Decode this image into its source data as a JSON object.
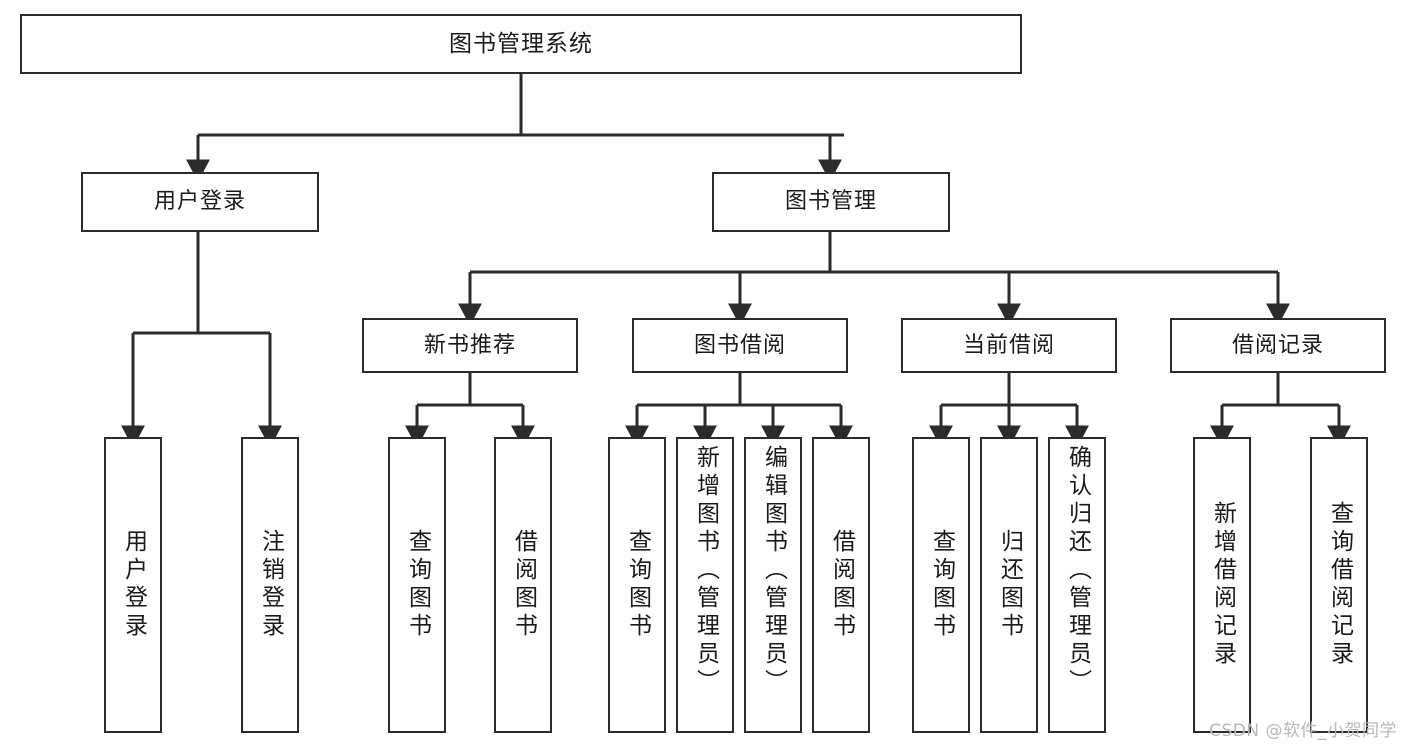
{
  "diagram": {
    "title": "图书管理系统",
    "type": "tree-hierarchy-chart",
    "watermark": "CSDN @软件_小贺同学",
    "colors": {
      "background": "#ffffff",
      "box_border": "#2b2b2b",
      "box_fill": "#ffffff",
      "connector": "#2b2b2b",
      "text": "#1a1a1a",
      "watermark": "#b8b8b8"
    },
    "levels": {
      "root": {
        "label": "图书管理系统"
      },
      "level2": [
        {
          "id": "user-login",
          "label": "用户登录"
        },
        {
          "id": "book-manage",
          "label": "图书管理"
        }
      ],
      "level3": [
        {
          "id": "new-book-recommend",
          "label": "新书推荐",
          "parent": "book-manage"
        },
        {
          "id": "book-borrow",
          "label": "图书借阅",
          "parent": "book-manage"
        },
        {
          "id": "current-borrow",
          "label": "当前借阅",
          "parent": "book-manage"
        },
        {
          "id": "borrow-record",
          "label": "借阅记录",
          "parent": "book-manage"
        }
      ],
      "leaves": {
        "user-login": [
          {
            "id": "leaf-user-login",
            "label": "用户登录"
          },
          {
            "id": "leaf-logout-login",
            "label": "注销登录"
          }
        ],
        "new-book-recommend": [
          {
            "id": "leaf-query-book-1",
            "label": "查询图书"
          },
          {
            "id": "leaf-borrow-book-1",
            "label": "借阅图书"
          }
        ],
        "book-borrow": [
          {
            "id": "leaf-query-book-2",
            "label": "查询图书"
          },
          {
            "id": "leaf-add-book",
            "label": "新增图书（管理员）"
          },
          {
            "id": "leaf-edit-book",
            "label": "编辑图书（管理员）"
          },
          {
            "id": "leaf-borrow-book-2",
            "label": "借阅图书"
          }
        ],
        "current-borrow": [
          {
            "id": "leaf-query-book-3",
            "label": "查询图书"
          },
          {
            "id": "leaf-return-book",
            "label": "归还图书"
          },
          {
            "id": "leaf-confirm-return",
            "label": "确认归还（管理员）"
          }
        ],
        "borrow-record": [
          {
            "id": "leaf-add-record",
            "label": "新增借阅记录"
          },
          {
            "id": "leaf-query-record",
            "label": "查询借阅记录"
          }
        ]
      }
    }
  }
}
